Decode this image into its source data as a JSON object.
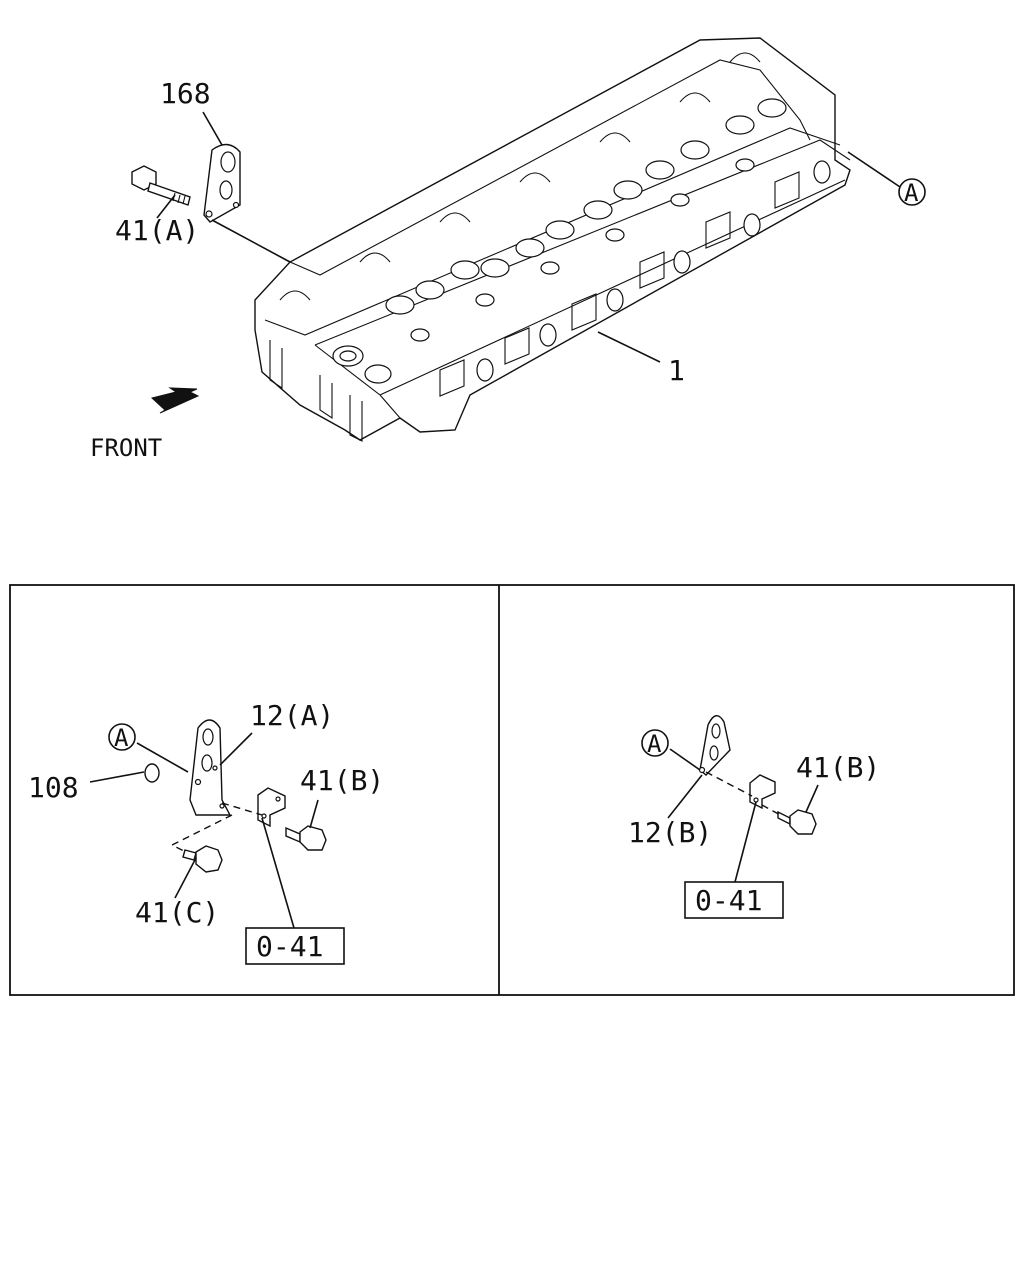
{
  "main_view": {
    "labels": {
      "bracket": "168",
      "bolt": "41(A)",
      "head": "1",
      "ref_a": "A",
      "front": "FRONT"
    }
  },
  "detail_left": {
    "labels": {
      "ref_a": "A",
      "bracket": "12(A)",
      "oring": "108",
      "bolt_b": "41(B)",
      "bolt_c": "41(C)",
      "ref_box": "0-41"
    }
  },
  "detail_right": {
    "labels": {
      "ref_a": "A",
      "bracket": "12(B)",
      "bolt_b": "41(B)",
      "ref_box": "0-41"
    }
  }
}
